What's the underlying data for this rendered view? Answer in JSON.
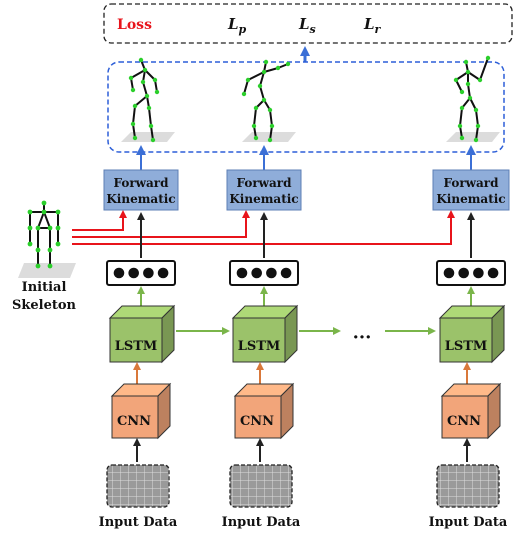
{
  "loss": {
    "label": "Loss",
    "terms": [
      "L",
      "L",
      "L"
    ],
    "subscripts": [
      "p",
      "s",
      "r"
    ],
    "label_color": "#e8141b"
  },
  "fk_label_line1": "Forward",
  "fk_label_line2": "Kinematic",
  "lstm_label": "LSTM",
  "cnn_label": "CNN",
  "input_label": "Input Data",
  "initial_skeleton_line1": "Initial",
  "initial_skeleton_line2": "Skeleton",
  "ellipsis": "···",
  "colors": {
    "fk_fill": "#8fadd9",
    "lstm_fill": "#9bc26a",
    "cnn_fill": "#f2a57a",
    "red_arrow": "#e8141b",
    "blue_arrow": "#3b6fd6",
    "green_arrow": "#7ab54a",
    "orange_arrow": "#d9783a",
    "black_arrow": "#222222",
    "dashed_blue": "#2d5fd8",
    "joint": "#2bcf2b"
  }
}
